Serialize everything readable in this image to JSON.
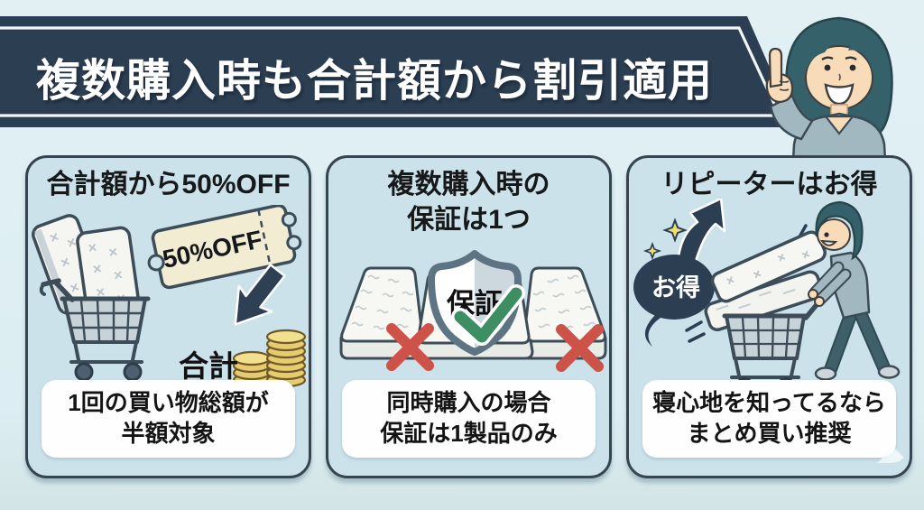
{
  "title_banner": {
    "text": "複数購入時も合計額から割引適用"
  },
  "colors": {
    "banner_navy": "#2c3e52",
    "background_ice": "#dceef3",
    "panel_fill": "#cbe2eb",
    "panel_border": "#36454f",
    "accent_red_x": "#cd5247",
    "accent_green_check": "#3e8e63",
    "coin_gold": "#e8cb70",
    "ticket_cream": "#f1ecd2",
    "hair_teal": "#34616a",
    "sweater_gray_blue": "#a2b8c1"
  },
  "panels": [
    {
      "id": "total-discount",
      "header": "合計額から50%OFF",
      "coupon_label": "50%OFF",
      "total_label": "合計",
      "caption": [
        "1回の買い物総額が",
        "半額対象"
      ]
    },
    {
      "id": "warranty",
      "header": [
        "複数購入時の",
        "保証は1つ"
      ],
      "shield_label": "保証",
      "caption": [
        "同時購入の場合",
        "保証は1製品のみ"
      ]
    },
    {
      "id": "repeater",
      "header": "リピーターはお得",
      "bubble_label": "お得",
      "caption": [
        "寝心地を知ってるなら",
        "まとめ買い推奨"
      ]
    }
  ]
}
